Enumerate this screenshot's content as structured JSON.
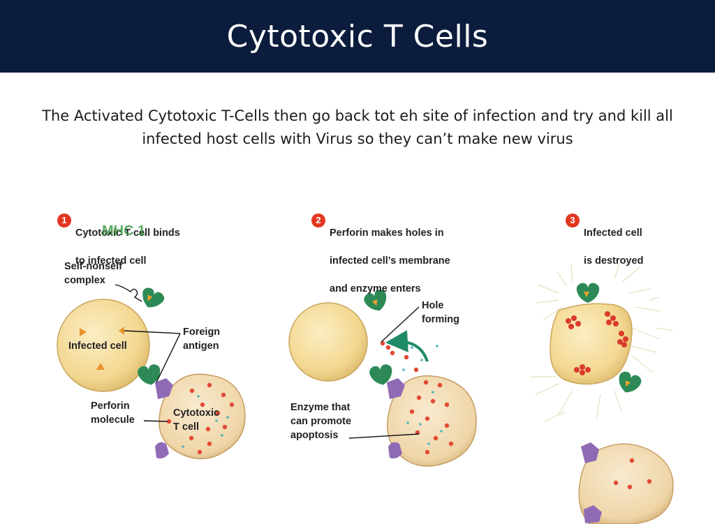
{
  "title": "Cytotoxic T Cells",
  "subtitle": {
    "line1": "The Activated Cytotoxic T-Cells then go back tot eh site of infection and try and kill all",
    "line2": "infected host cells with Virus so they can’t make new virus"
  },
  "handwritten_note": "MHC 1",
  "colors": {
    "title_bar": "#0b1c3c",
    "step_badge": "#e3361f",
    "infected_cell": "#f3d790",
    "t_cell": "#f1dbb2",
    "receptor": "#2d8a57",
    "cd8": "#8f6bb5",
    "perforin": "#e24a33",
    "enzyme": "#4fb3b8",
    "arrow": "#1f8a66"
  },
  "steps": [
    {
      "number": "1",
      "caption_line1": "Cytotoxic T cell binds",
      "caption_line2": "to infected cell",
      "labels": {
        "self_nonself": "Self-nonself\ncomplex",
        "foreign_antigen": "Foreign\nantigen",
        "infected_cell": "Infected cell",
        "perforin_molecule": "Perforin\nmolecule",
        "cytotoxic_t_cell": "Cytotoxic\nT cell"
      }
    },
    {
      "number": "2",
      "caption_line1": "Perforin makes holes in",
      "caption_line2": "infected cell’s membrane",
      "caption_line3": "and enzyme enters",
      "labels": {
        "hole_forming": "Hole\nforming",
        "enzyme": "Enzyme that\ncan promote\napoptosis"
      }
    },
    {
      "number": "3",
      "caption_line1": "Infected cell",
      "caption_line2": "is destroyed"
    }
  ]
}
